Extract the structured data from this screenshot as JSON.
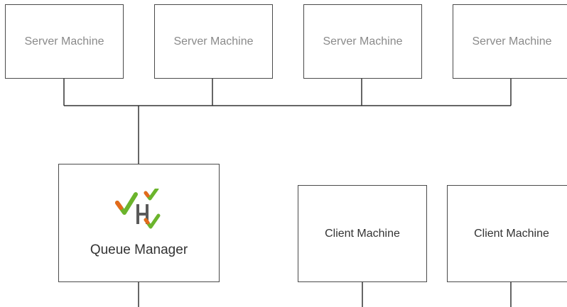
{
  "diagram": {
    "servers": [
      {
        "label": "Server Machine"
      },
      {
        "label": "Server Machine"
      },
      {
        "label": "Server Machine"
      },
      {
        "label": "Server Machine"
      }
    ],
    "queue_manager": {
      "label": "Queue Manager",
      "icon": "queue-manager-logo-icon"
    },
    "clients": [
      {
        "label": "Client Machine"
      },
      {
        "label": "Client Machine"
      }
    ],
    "colors": {
      "border": "#4a4a4a",
      "server_text": "#8a8a8a",
      "text": "#333333",
      "logo_green": "#6bb42c",
      "logo_orange": "#e36a1c",
      "logo_gray": "#5a5a5a"
    }
  }
}
